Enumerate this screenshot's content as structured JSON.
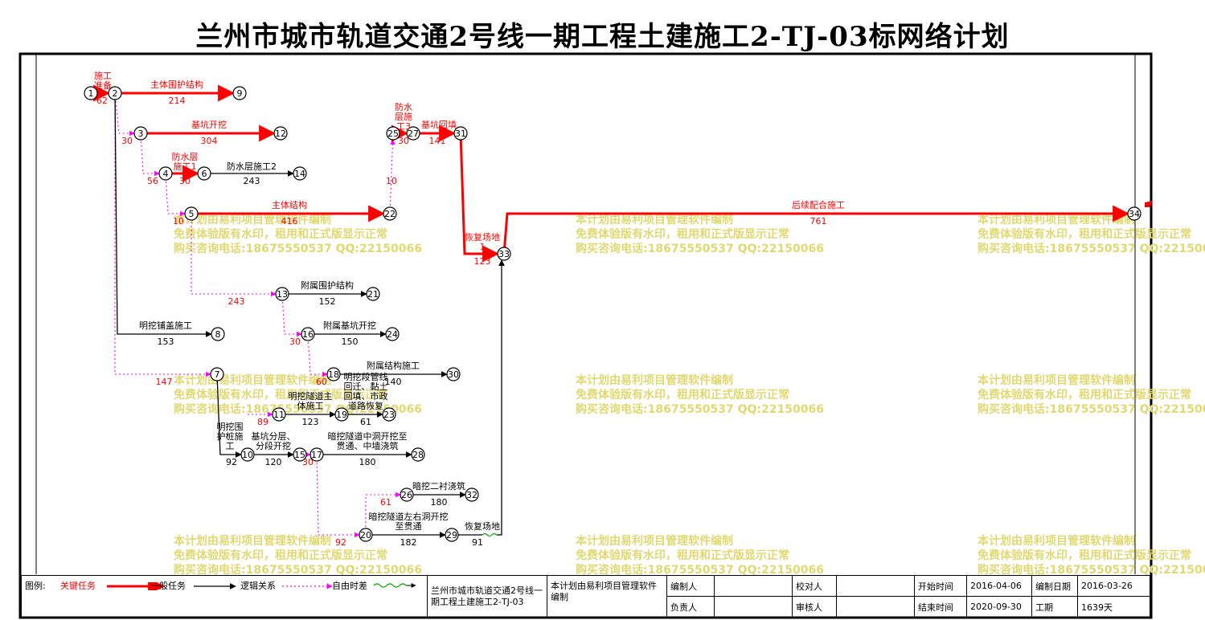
{
  "title": "兰州市城市轨道交通2号线一期工程土建施工2-TJ-03标网络计划",
  "colors": {
    "critical": "#ff0000",
    "normal": "#000000",
    "logic": "#ff00ff",
    "watermark": "#e0d870"
  },
  "nodes": [
    {
      "id": "1"
    },
    {
      "id": "2"
    },
    {
      "id": "3"
    },
    {
      "id": "4"
    },
    {
      "id": "5"
    },
    {
      "id": "6"
    },
    {
      "id": "7"
    },
    {
      "id": "8"
    },
    {
      "id": "9"
    },
    {
      "id": "10"
    },
    {
      "id": "11"
    },
    {
      "id": "12"
    },
    {
      "id": "13"
    },
    {
      "id": "14"
    },
    {
      "id": "15"
    },
    {
      "id": "16"
    },
    {
      "id": "17"
    },
    {
      "id": "18"
    },
    {
      "id": "19"
    },
    {
      "id": "20"
    },
    {
      "id": "21"
    },
    {
      "id": "22"
    },
    {
      "id": "23"
    },
    {
      "id": "24"
    },
    {
      "id": "25"
    },
    {
      "id": "26"
    },
    {
      "id": "27"
    },
    {
      "id": "28"
    },
    {
      "id": "29"
    },
    {
      "id": "30"
    },
    {
      "id": "31"
    },
    {
      "id": "32"
    },
    {
      "id": "33"
    },
    {
      "id": "34"
    }
  ],
  "tasks": [
    {
      "from": "1",
      "to": "2",
      "name": "施工准备",
      "duration": "62",
      "type": "critical"
    },
    {
      "from": "2",
      "to": "9",
      "name": "主体围护结构",
      "duration": "214",
      "type": "critical"
    },
    {
      "from": "3",
      "to": "12",
      "name": "基坑开挖",
      "duration": "304",
      "type": "critical"
    },
    {
      "from": "4",
      "to": "6",
      "name": "防水层施工1",
      "duration": "30",
      "type": "critical"
    },
    {
      "from": "6",
      "to": "14",
      "name": "防水层施工2",
      "duration": "243",
      "type": "normal"
    },
    {
      "from": "5",
      "to": "22",
      "name": "主体结构",
      "duration": "416",
      "type": "critical"
    },
    {
      "from": "25",
      "to": "27",
      "name": "防水层施工3",
      "duration": "30",
      "type": "critical"
    },
    {
      "from": "27",
      "to": "31",
      "name": "基坑回填",
      "duration": "141",
      "type": "critical"
    },
    {
      "from": "31",
      "to": "33",
      "name": "恢复场地1",
      "duration": "123",
      "type": "critical"
    },
    {
      "from": "33",
      "to": "34",
      "name": "后续配合施工",
      "duration": "761",
      "type": "critical"
    },
    {
      "from": "13",
      "to": "21",
      "name": "附属围护结构",
      "duration": "152",
      "type": "normal"
    },
    {
      "from": "2",
      "to": "8",
      "name": "明挖铺盖施工",
      "duration": "153",
      "type": "normal"
    },
    {
      "from": "16",
      "to": "24",
      "name": "附属基坑开挖",
      "duration": "150",
      "type": "normal"
    },
    {
      "from": "18",
      "to": "30",
      "name": "附属结构施工",
      "duration": "140",
      "type": "normal"
    },
    {
      "from": "11",
      "to": "19",
      "name": "明挖隧道主体施工",
      "duration": "123",
      "type": "normal"
    },
    {
      "from": "19",
      "to": "23",
      "name": "明挖段管线回迁、黏土回填、市政道路恢复",
      "duration": "61",
      "type": "normal"
    },
    {
      "from": "7",
      "to": "10",
      "name": "明挖围护桩施工",
      "duration": "92",
      "type": "normal"
    },
    {
      "from": "10",
      "to": "15",
      "name": "基坑分层、分段开挖",
      "duration": "120",
      "type": "normal"
    },
    {
      "from": "17",
      "to": "28",
      "name": "暗挖隧道中洞开挖至贯通、中墙浇筑",
      "duration": "180",
      "type": "normal"
    },
    {
      "from": "26",
      "to": "32",
      "name": "暗挖二衬浇筑",
      "duration": "180",
      "type": "normal"
    },
    {
      "from": "20",
      "to": "29",
      "name": "暗挖隧道左右洞开挖至贯通",
      "duration": "182",
      "type": "normal"
    },
    {
      "from": "29",
      "to": "33",
      "name": "恢复场地",
      "duration": "91",
      "type": "normal"
    }
  ],
  "links": [
    {
      "to": "3",
      "lag": "30"
    },
    {
      "to": "4",
      "lag": "56"
    },
    {
      "to": "5",
      "lag": "10"
    },
    {
      "to": "25",
      "lag": "10"
    },
    {
      "to": "13",
      "lag": "243"
    },
    {
      "to": "16",
      "lag": "30"
    },
    {
      "to": "7",
      "lag": "147"
    },
    {
      "to": "18",
      "lag": "60"
    },
    {
      "to": "11",
      "lag": "89"
    },
    {
      "to": "17",
      "lag": "30"
    },
    {
      "to": "26",
      "lag": "61"
    },
    {
      "to": "20",
      "lag": "92"
    }
  ],
  "watermark": {
    "line1": "本计划由易利项目管理软件编制",
    "line2": "免费体验版有水印，租用和正式版显示正常",
    "line3": "购买咨询电话:18675550537 QQ:22150066"
  },
  "legend": {
    "label": "图例:",
    "critical": "关键任务",
    "normal": "一般任务",
    "logic": "逻辑关系",
    "free_float": "自由时差"
  },
  "info": {
    "project": "兰州市城市轨道交通2号线一期工程土建施工2-TJ-03",
    "software": "本计划由易利项目管理软件编制",
    "editor_label": "编制人",
    "checker_label": "校对人",
    "responsible_label": "负责人",
    "reviewer_label": "审核人",
    "start_label": "开始时间",
    "start_value": "2016-04-06",
    "date_label": "编制日期",
    "date_value": "2016-03-26",
    "end_label": "结束时间",
    "end_value": "2020-09-30",
    "duration_label": "工期",
    "duration_value": "1639天"
  }
}
